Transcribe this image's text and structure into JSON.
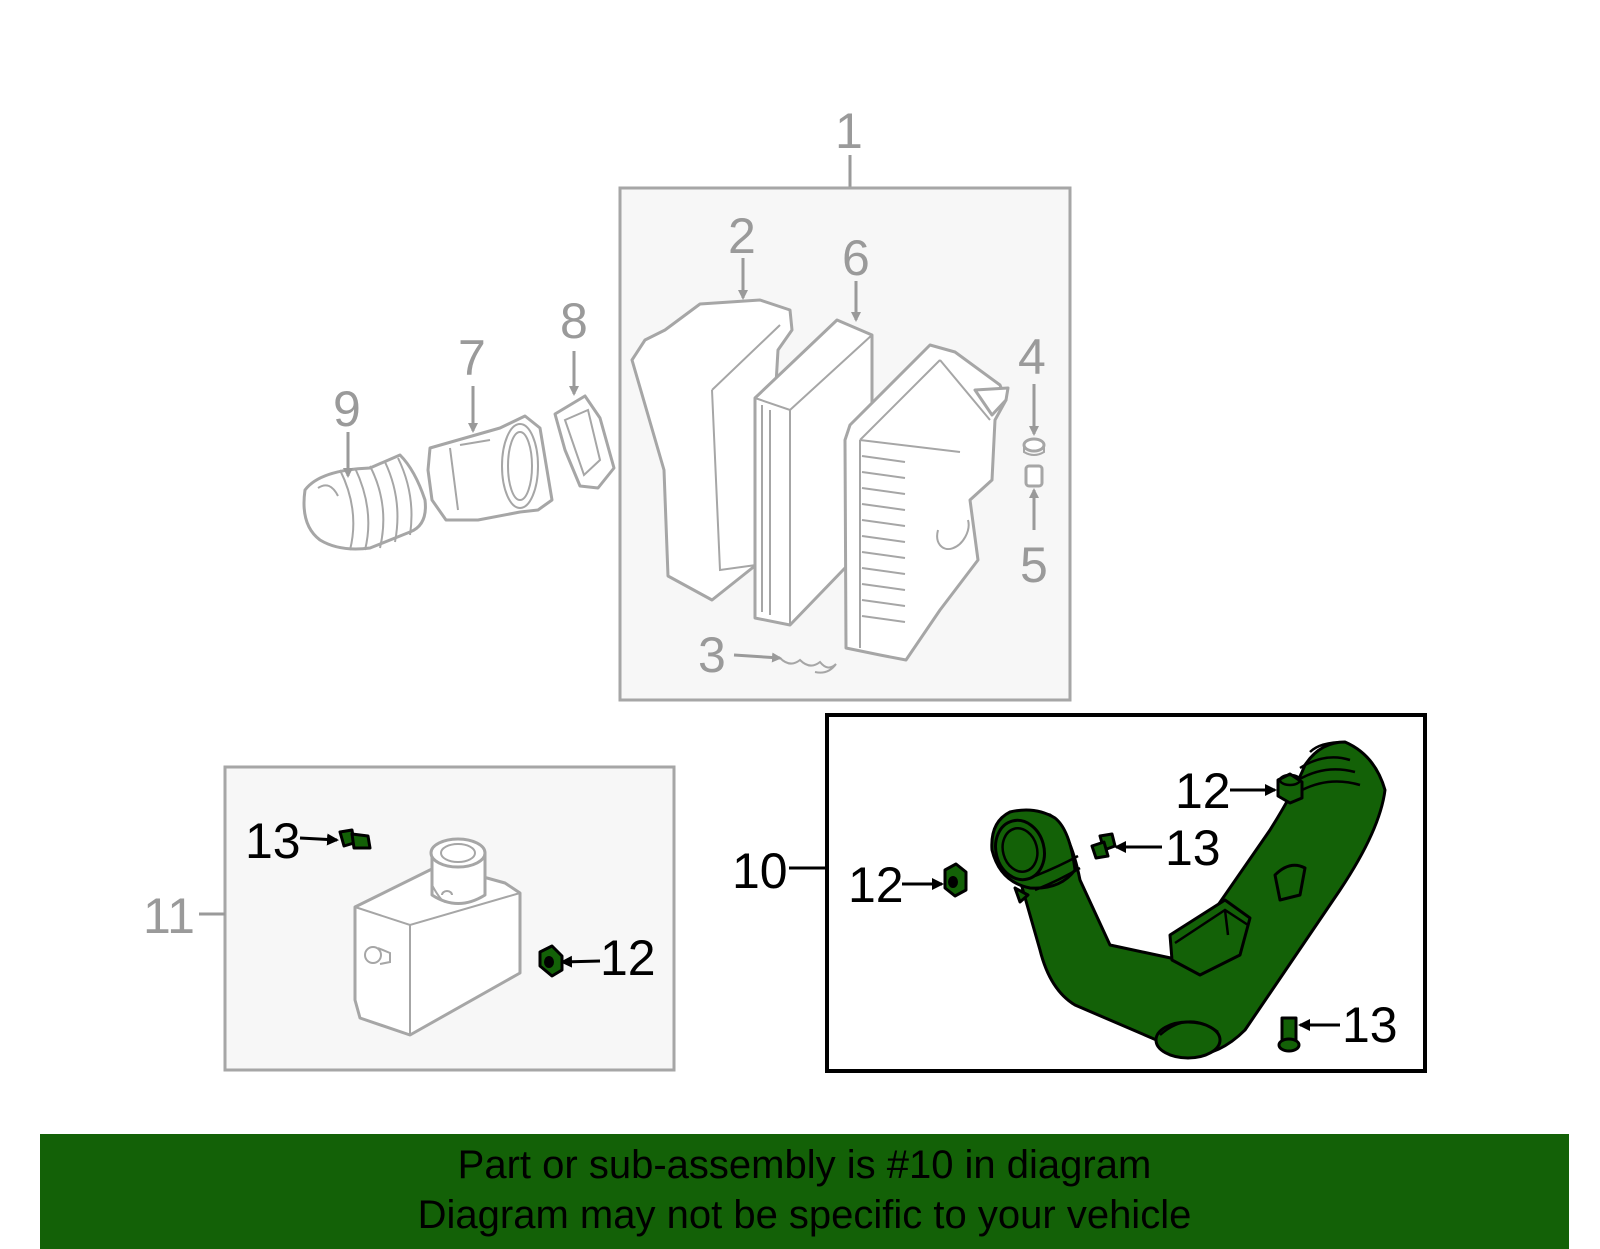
{
  "colors": {
    "highlight": "#136107",
    "box_fill": "#f7f7f7",
    "muted_part": "#a6a6a6"
  },
  "callouts": {
    "c1": "1",
    "c2": "2",
    "c3": "3",
    "c4": "4",
    "c5": "5",
    "c6": "6",
    "c7": "7",
    "c8": "8",
    "c9": "9",
    "c10": "10",
    "c11": "11",
    "c12_box11": "12",
    "c13_box11": "13",
    "c12_a": "12",
    "c12_b": "12",
    "c13_a": "13",
    "c13_b": "13"
  },
  "banner": {
    "line1": "Part or sub-assembly is #10 in diagram",
    "line2": "Diagram may not be specific to your vehicle"
  }
}
